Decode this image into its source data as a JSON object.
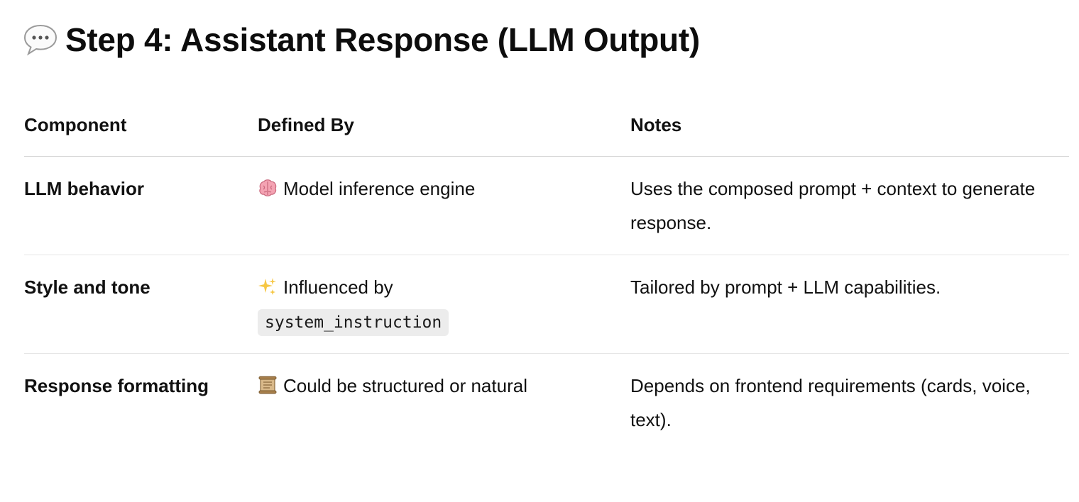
{
  "heading": {
    "icon": "speech-bubble-icon",
    "text": "Step 4: Assistant Response (LLM Output)"
  },
  "table": {
    "headers": [
      "Component",
      "Defined By",
      "Notes"
    ],
    "rows": [
      {
        "component": "LLM behavior",
        "defined_by_icon": "brain-icon",
        "defined_by": "Model inference engine",
        "defined_by_code": "",
        "notes": "Uses the composed prompt + context to generate response."
      },
      {
        "component": "Style and tone",
        "defined_by_icon": "sparkles-icon",
        "defined_by": "Influenced by",
        "defined_by_code": "system_instruction",
        "notes": "Tailored by prompt + LLM capabilities."
      },
      {
        "component": "Response formatting",
        "defined_by_icon": "scroll-icon",
        "defined_by": "Could be structured or natural",
        "defined_by_code": "",
        "notes": "Depends on frontend requirements (cards, voice, text)."
      }
    ]
  },
  "colors": {
    "text": "#111111",
    "header_rule": "#d4d4d4",
    "row_rule": "#e6e6e6",
    "code_bg": "#ececec"
  }
}
